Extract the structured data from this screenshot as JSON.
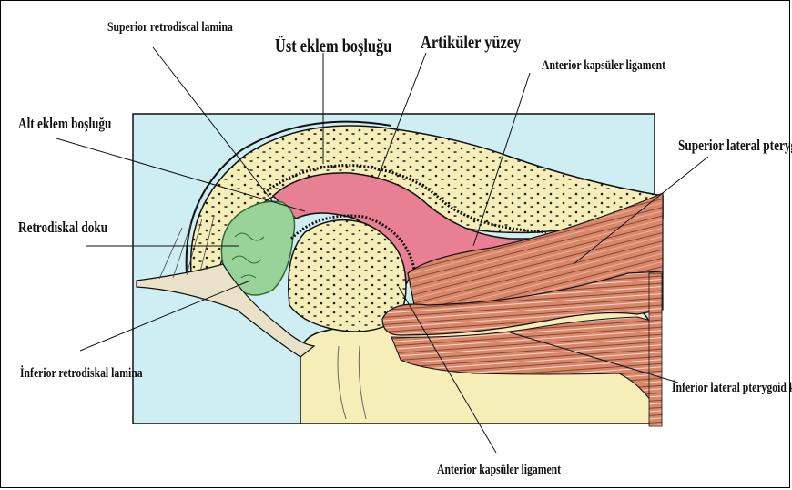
{
  "labels": {
    "superior_retrodiscal_lamina": "Superior retrodiscal lamina",
    "ust_eklem_boslugu": "Üst eklem boşluğu",
    "artikuler_yuzey": "Artiküler yüzey",
    "anterior_kapsuler_ligament_top": "Anterior kapsüler ligament",
    "alt_eklem_boslugu": "Alt eklem boşluğu",
    "superior_lateral_pterygoid": "Superior lateral pterygoid",
    "retrodiskal_doku": "Retrodiskal doku",
    "inferior_retrodiskal_lamina": "İnferior retrodiskal lamina",
    "inferior_lateral_pterygoid_kas": "İnferior lateral pterygoid kas",
    "anterior_kapsuler_ligament_bottom": "Anterior kapsüler ligament"
  },
  "colors": {
    "background_panel": "#cfeef4",
    "bone": "#f6eeb8",
    "disc": "#e87f93",
    "retrodiscal": "#9ad39a",
    "muscle": "#d9876a",
    "line": "#111111"
  }
}
